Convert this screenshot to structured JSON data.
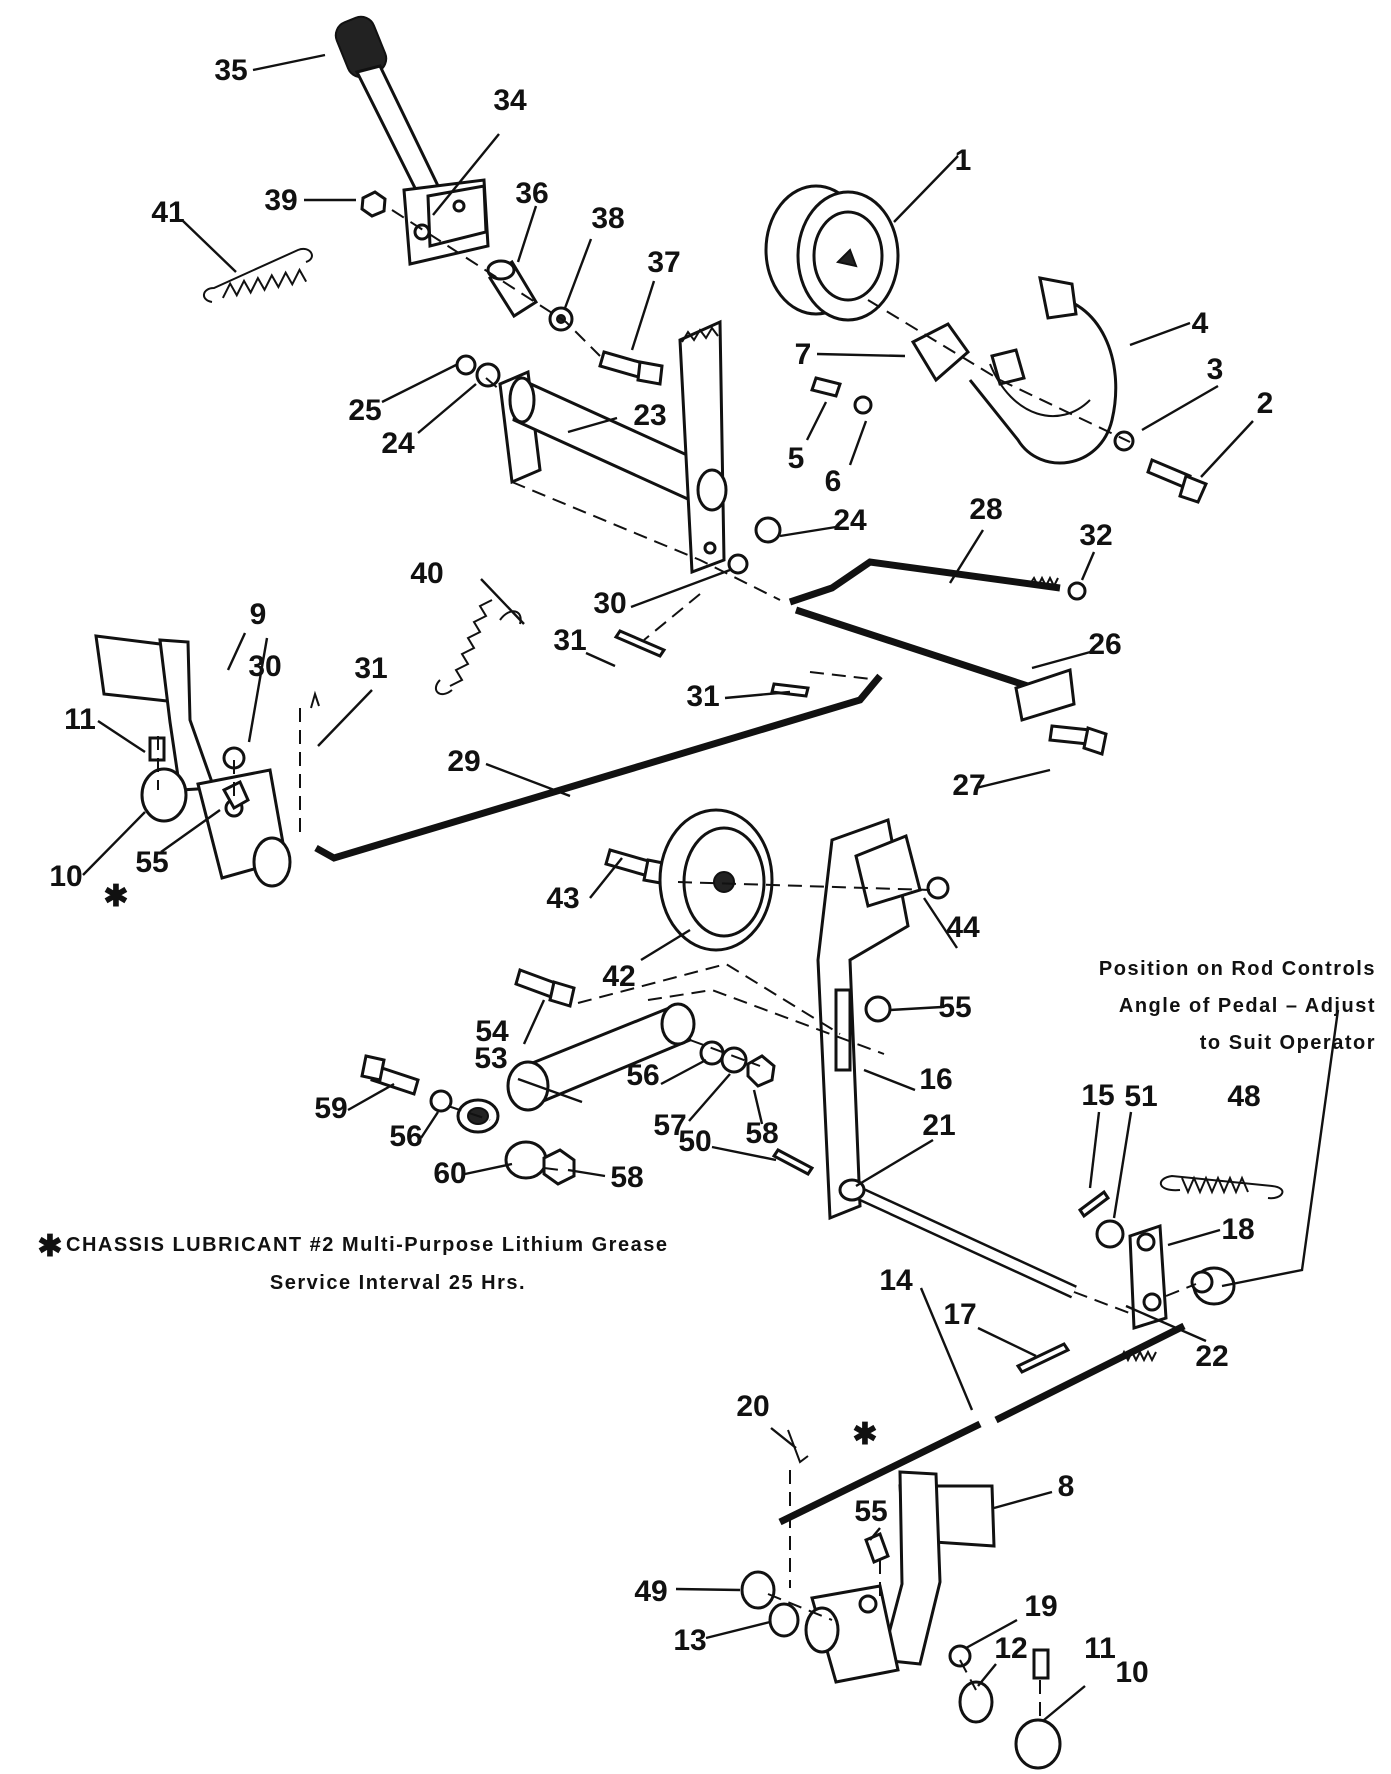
{
  "figure": {
    "callouts": {
      "c1": "1",
      "c2": "2",
      "c3": "3",
      "c4": "4",
      "c5": "5",
      "c6": "6",
      "c7": "7",
      "c8": "8",
      "c9": "9",
      "c10a": "10",
      "c10b": "10",
      "c11a": "11",
      "c11b": "11",
      "c12": "12",
      "c13": "13",
      "c14": "14",
      "c15": "15",
      "c16": "16",
      "c17": "17",
      "c18": "18",
      "c19": "19",
      "c20": "20",
      "c21": "21",
      "c22": "22",
      "c23": "23",
      "c24a": "24",
      "c24b": "24",
      "c25": "25",
      "c26": "26",
      "c27": "27",
      "c28": "28",
      "c29": "29",
      "c30a": "30",
      "c30b": "30",
      "c31a": "31",
      "c31b": "31",
      "c31c": "31",
      "c32": "32",
      "c34": "34",
      "c35": "35",
      "c36": "36",
      "c37": "37",
      "c38": "38",
      "c39": "39",
      "c40": "40",
      "c41": "41",
      "c42": "42",
      "c43": "43",
      "c44": "44",
      "c48": "48",
      "c49": "49",
      "c50": "50",
      "c51": "51",
      "c53": "53",
      "c54": "54",
      "c55a": "55",
      "c55b": "55",
      "c55c": "55",
      "c56a": "56",
      "c56b": "56",
      "c57": "57",
      "c58a": "58",
      "c58b": "58",
      "c59": "59",
      "c60": "60"
    },
    "asterisk": "✱",
    "note_position": [
      "Position on Rod Controls",
      "Angle of Pedal – Adjust",
      "to Suit Operator"
    ],
    "lubricant_line1": "CHASSIS LUBRICANT #2 Multi-Purpose Lithium Grease",
    "lubricant_line2": "Service Interval 25 Hrs."
  }
}
